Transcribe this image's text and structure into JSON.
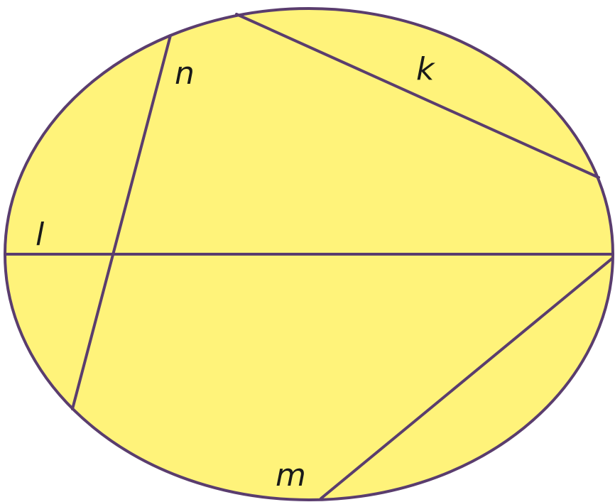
{
  "colors": {
    "fill": "#fff37a",
    "stroke": "#5a3d6e",
    "label": "#1a1a1a"
  },
  "labels": {
    "n": "n",
    "k": "k",
    "l": "l",
    "m": "m"
  }
}
